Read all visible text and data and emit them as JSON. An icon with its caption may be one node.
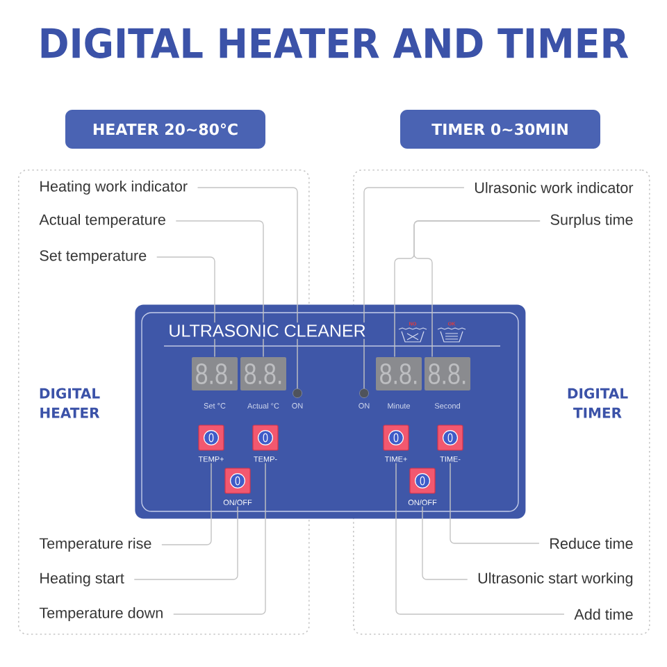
{
  "diagram": {
    "title": "DIGITAL HEATER AND TIMER",
    "nodes": [
      {
        "text": [
          "HEATER 20~80°C"
        ]
      },
      {
        "text": [
          "TIMER 0~30MIN"
        ]
      },
      {
        "text": [
          "DIGITAL HEATER"
        ]
      },
      {
        "text": [
          "Heating work indicator"
        ],
        "in": 2
      },
      {
        "text": [
          "Actual temperature"
        ],
        "in": 2
      },
      {
        "text": [
          "Set temperature"
        ],
        "in": 2
      },
      {
        "text": [
          "DIGITAL TIMER"
        ]
      },
      {
        "text": [
          "Ulrasonic work indicator"
        ],
        "in": 6
      },
      {
        "text": [
          "Surplus time"
        ],
        "in": 6
      },
      {
        "text": [
          "ULTRASONIC CLEANER"
        ]
      },
      {
        "text": [
          "8.8."
        ]
      },
      {
        "text": [
          "8.8."
        ]
      },
      {
        "text": [],
        "shape": "circle"
      },
      {
        "text": [],
        "shape": "circle"
      },
      {
        "text": [
          "8.8."
        ]
      },
      {
        "text": [
          "8.8."
        ]
      },
      {
        "text": [
          "TEMP+"
        ]
      },
      {
        "text": [
          "TEMP-"
        ]
      },
      {
        "text": [
          "TIME+"
        ]
      },
      {
        "text": [
          "TIME-"
        ]
      },
      {
        "text": [
          "ON/OFF"
        ]
      },
      {
        "text": [
          "ON/OFF"
        ]
      },
      {
        "text": [
          "Temperature rise"
        ],
        "in": 2
      },
      {
        "text": [
          "Heating start"
        ],
        "in": 2
      },
      {
        "text": [
          "Temperature down"
        ],
        "in": 2
      },
      {
        "text": [
          "Reduce time"
        ],
        "in": 6
      },
      {
        "text": [
          "Ultrasonic start working"
        ],
        "in": 6
      },
      {
        "text": [
          "Add time"
        ],
        "in": 6
      }
    ],
    "edges": [
      {
        "from": 3,
        "to": 12,
        "arrow": "none"
      },
      {
        "from": 4,
        "to": 11,
        "arrow": "none"
      },
      {
        "from": 5,
        "to": 10,
        "arrow": "none"
      },
      {
        "from": 7,
        "to": 13,
        "arrow": "none"
      },
      {
        "from": 8,
        "to": 14,
        "arrow": "none"
      },
      {
        "from": 8,
        "to": 15,
        "arrow": "none"
      },
      {
        "from": 22,
        "to": 16,
        "arrow": "none"
      },
      {
        "from": 23,
        "to": 20,
        "arrow": "none"
      },
      {
        "from": 24,
        "to": 17,
        "arrow": "none"
      },
      {
        "from": 25,
        "to": 19,
        "arrow": "none"
      },
      {
        "from": 26,
        "to": 21,
        "arrow": "none"
      },
      {
        "from": 27,
        "to": 18,
        "arrow": "none"
      }
    ],
    "labels": [
      "NO",
      "OK",
      "Set °C",
      "Actual °C",
      "ON",
      "ON",
      "Minute",
      "Second"
    ]
  }
}
